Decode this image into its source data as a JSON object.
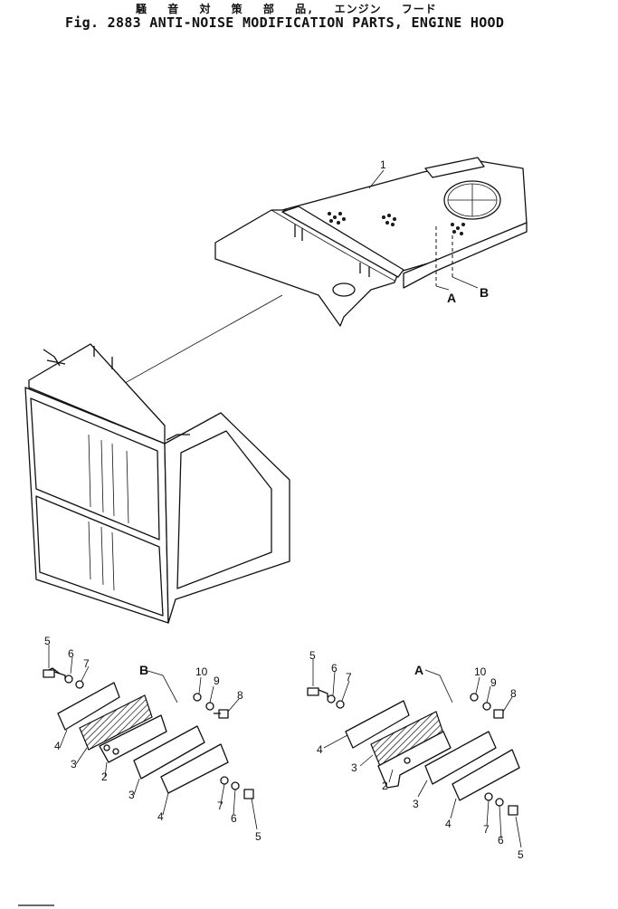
{
  "header": {
    "title_jp": "騒 音 対 策 部 品, エンジン フード",
    "title_en": "Fig. 2883  ANTI-NOISE MODIFICATION PARTS, ENGINE HOOD"
  },
  "callouts": {
    "hood": "1",
    "view_a": "A",
    "view_b": "B"
  },
  "left_assembly": {
    "ref": "B",
    "labels": [
      "5",
      "6",
      "7",
      "10",
      "9",
      "8",
      "4",
      "3",
      "2",
      "3",
      "4",
      "7",
      "6",
      "5"
    ]
  },
  "right_assembly": {
    "ref": "A",
    "labels": [
      "5",
      "6",
      "7",
      "10",
      "9",
      "8",
      "4",
      "3",
      "2",
      "3",
      "4",
      "7",
      "6",
      "5"
    ]
  }
}
